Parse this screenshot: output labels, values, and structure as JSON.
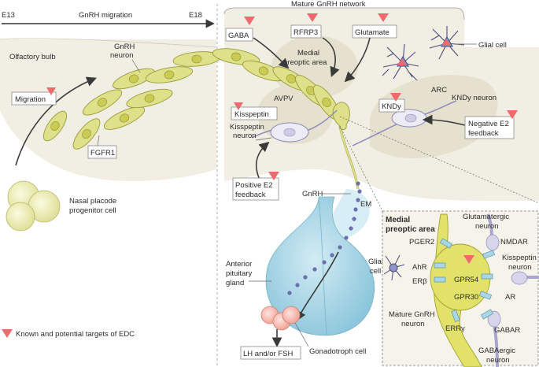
{
  "timeline": {
    "start": "E13",
    "end": "E18",
    "title": "GnRH migration"
  },
  "labels": {
    "mature_network": "Mature GnRH network",
    "olfactory_bulb": "Olfactory bulb",
    "gnrh_neuron_l1": "GnRH",
    "gnrh_neuron_l2": "neuron",
    "migration": "Migration",
    "fgfr1": "FGFR1",
    "nasal_l1": "Nasal placode",
    "nasal_l2": "progenitor cell",
    "gaba": "GABA",
    "rfrp3": "RFRP3",
    "glutamate": "Glutamate",
    "glial_cell": "Glial cell",
    "mpoa_l1": "Medial",
    "mpoa_l2": "preoptic area",
    "avpv": "AVPV",
    "kisspeptin": "Kisspeptin",
    "kisspeptin_neuron_l1": "Kisspeptin",
    "kisspeptin_neuron_l2": "neuron",
    "arc": "ARC",
    "kndy": "KNDy",
    "kndy_neuron": "KNDy neuron",
    "neg_e2_l1": "Negative E2",
    "neg_e2_l2": "feedback",
    "pos_e2_l1": "Positive E2",
    "pos_e2_l2": "feedback",
    "gnrh": "GnRH",
    "em": "EM",
    "anterior_l1": "Anterior",
    "anterior_l2": "pituitary",
    "anterior_l3": "gland",
    "glial_l1": "Glial",
    "glial_l2": "cell",
    "lh_fsh": "LH and/or FSH",
    "gonadotroph": "Gonadotroph cell",
    "legend": "Known and potential targets of EDC"
  },
  "inset": {
    "title_l1": "Medial",
    "title_l2": "preoptic area",
    "glutamatergic_l1": "Glutamatergic",
    "glutamatergic_l2": "neuron",
    "nmdar": "NMDAR",
    "pger2": "PGER2",
    "ahr": "AhR",
    "er_beta": "ERβ",
    "gpr54": "GPR54",
    "gpr30": "GPR30",
    "kisspeptin_l1": "Kisspeptin",
    "kisspeptin_l2": "neuron",
    "ar": "AR",
    "mature_l1": "Mature GnRH",
    "mature_l2": "neuron",
    "err_gamma": "ERRγ",
    "gabar": "GABAR",
    "gabaergic_l1": "GABAergic",
    "gabaergic_l2": "neuron"
  },
  "colors": {
    "edc_marker": "#ee6a6e",
    "gnrh_cell": "#dfe08a",
    "brain_tissue": "#f1efe4",
    "pituitary": "#a9d6e5",
    "receptor": "#a9d6e5",
    "glial": "#8f94c6"
  }
}
